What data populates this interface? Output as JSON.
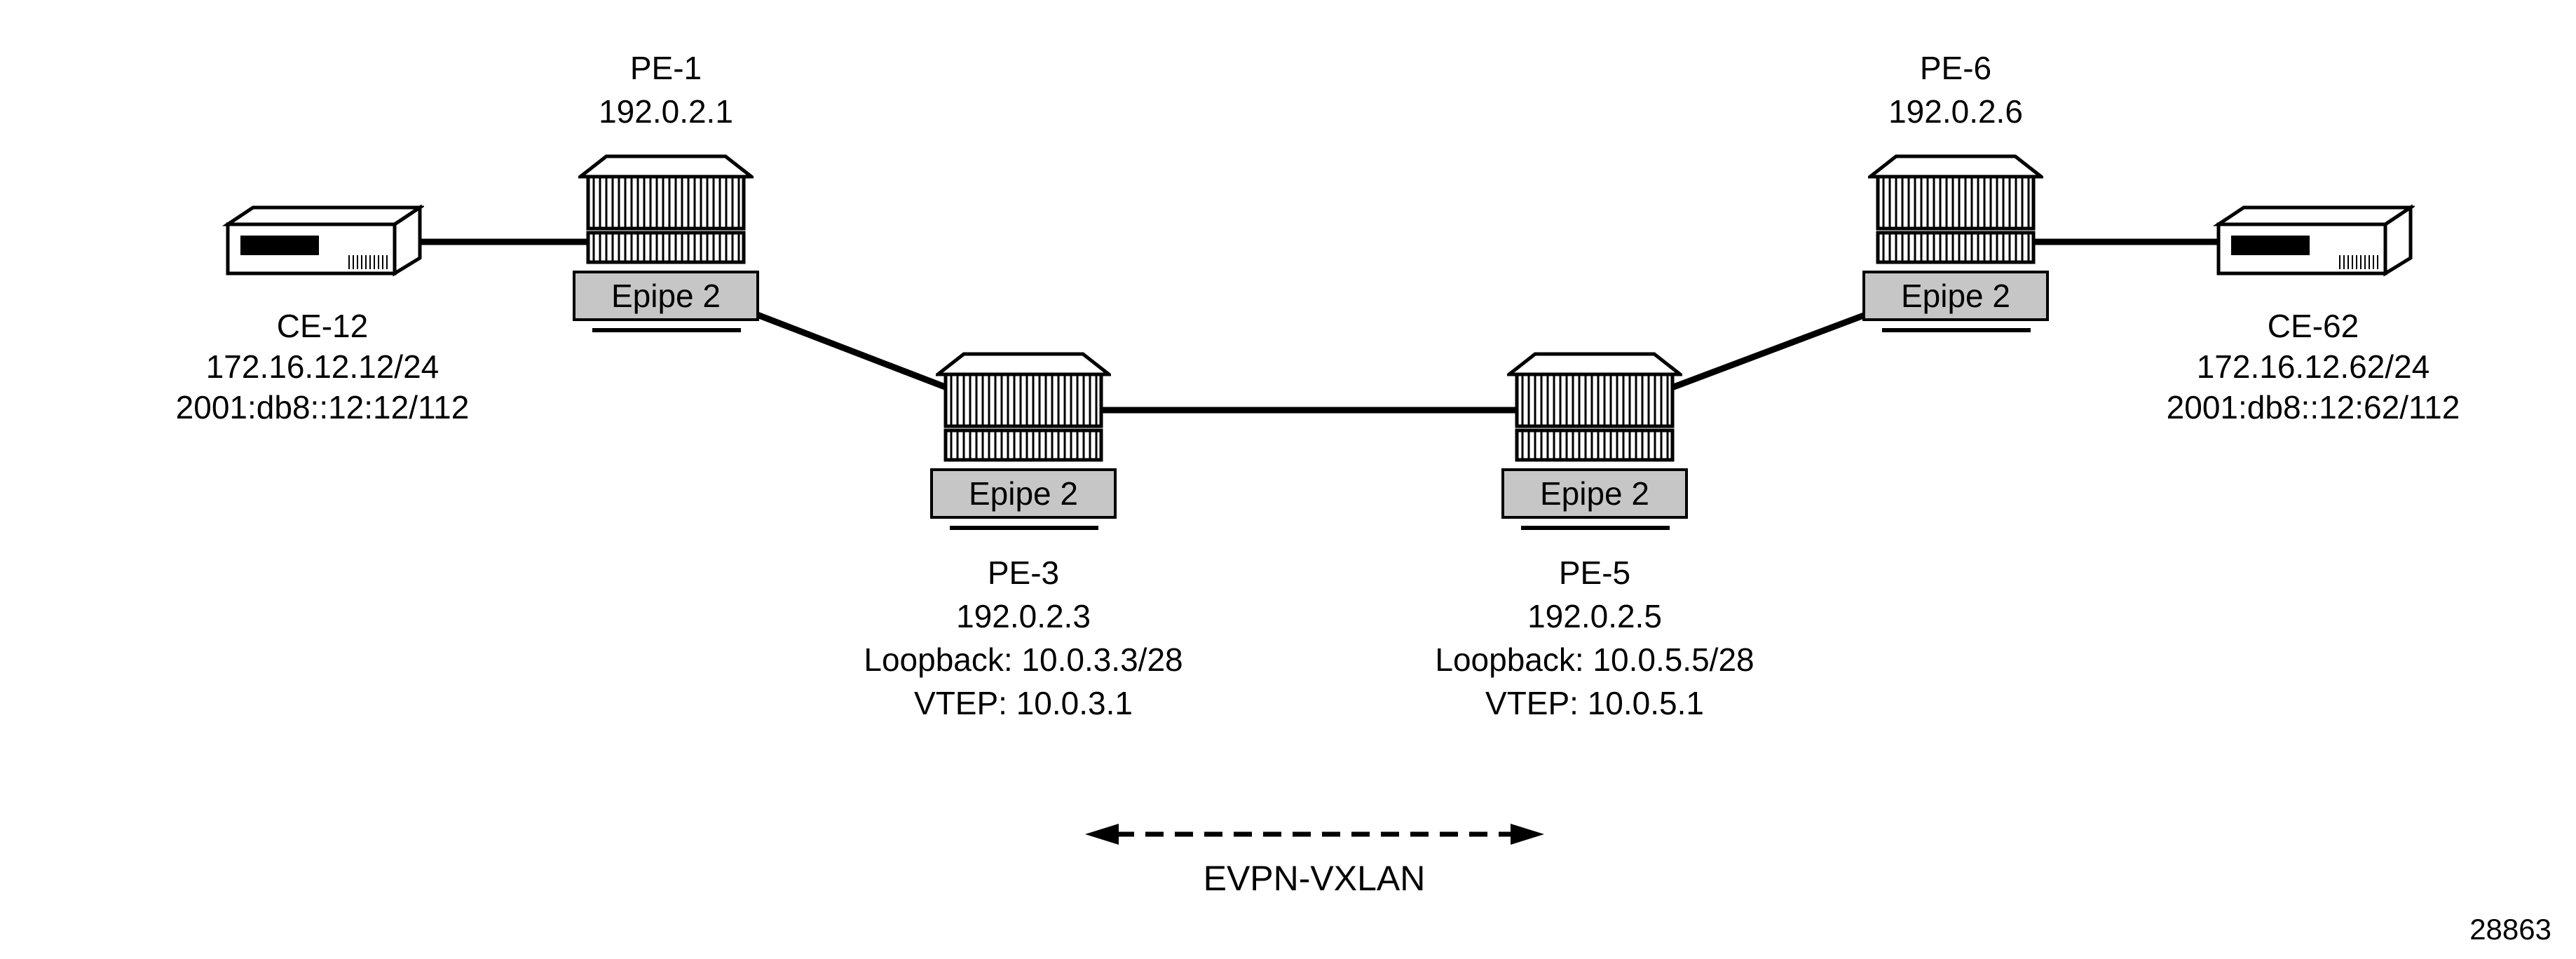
{
  "nodes": {
    "ce12": {
      "label": "CE-12",
      "ipv4": "172.16.12.12/24",
      "ipv6": "2001:db8::12:12/112"
    },
    "pe1": {
      "label": "PE-1",
      "ip": "192.0.2.1",
      "service": "Epipe 2"
    },
    "pe3": {
      "label": "PE-3",
      "ip": "192.0.2.3",
      "loopback": "Loopback: 10.0.3.3/28",
      "vtep": "VTEP: 10.0.3.1",
      "service": "Epipe 2"
    },
    "pe5": {
      "label": "PE-5",
      "ip": "192.0.2.5",
      "loopback": "Loopback: 10.0.5.5/28",
      "vtep": "VTEP: 10.0.5.1",
      "service": "Epipe 2"
    },
    "pe6": {
      "label": "PE-6",
      "ip": "192.0.2.6",
      "service": "Epipe 2"
    },
    "ce62": {
      "label": "CE-62",
      "ipv4": "172.16.12.62/24",
      "ipv6": "2001:db8::12:62/112"
    }
  },
  "overlay": {
    "label": "EVPN-VXLAN"
  },
  "figure_number": "28863",
  "colors": {
    "epipe_fill": "#c6c6c6",
    "line": "#000000"
  }
}
